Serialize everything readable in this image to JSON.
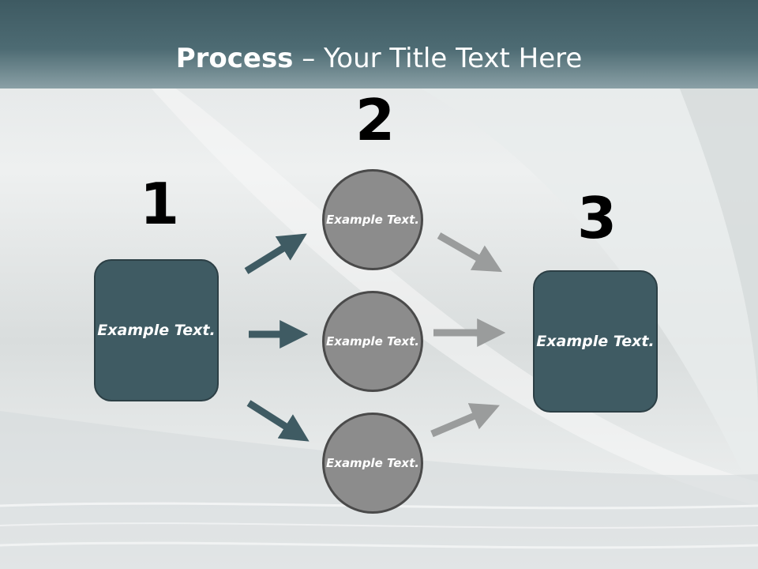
{
  "title": {
    "bold": "Process",
    "rest": " – Your Title Text Here"
  },
  "steps": {
    "one": "1",
    "two": "2",
    "three": "3"
  },
  "boxes": {
    "left": "Example Text.",
    "right": "Example Text."
  },
  "circles": {
    "top": "Example Text.",
    "middle": "Example Text.",
    "bottom": "Example Text."
  },
  "colors": {
    "header": "#4d6b73",
    "box": "#3f5b63",
    "circle": "#8c8c8c",
    "arrow_dark": "#3f5b63",
    "arrow_light": "#9a9c9c"
  }
}
